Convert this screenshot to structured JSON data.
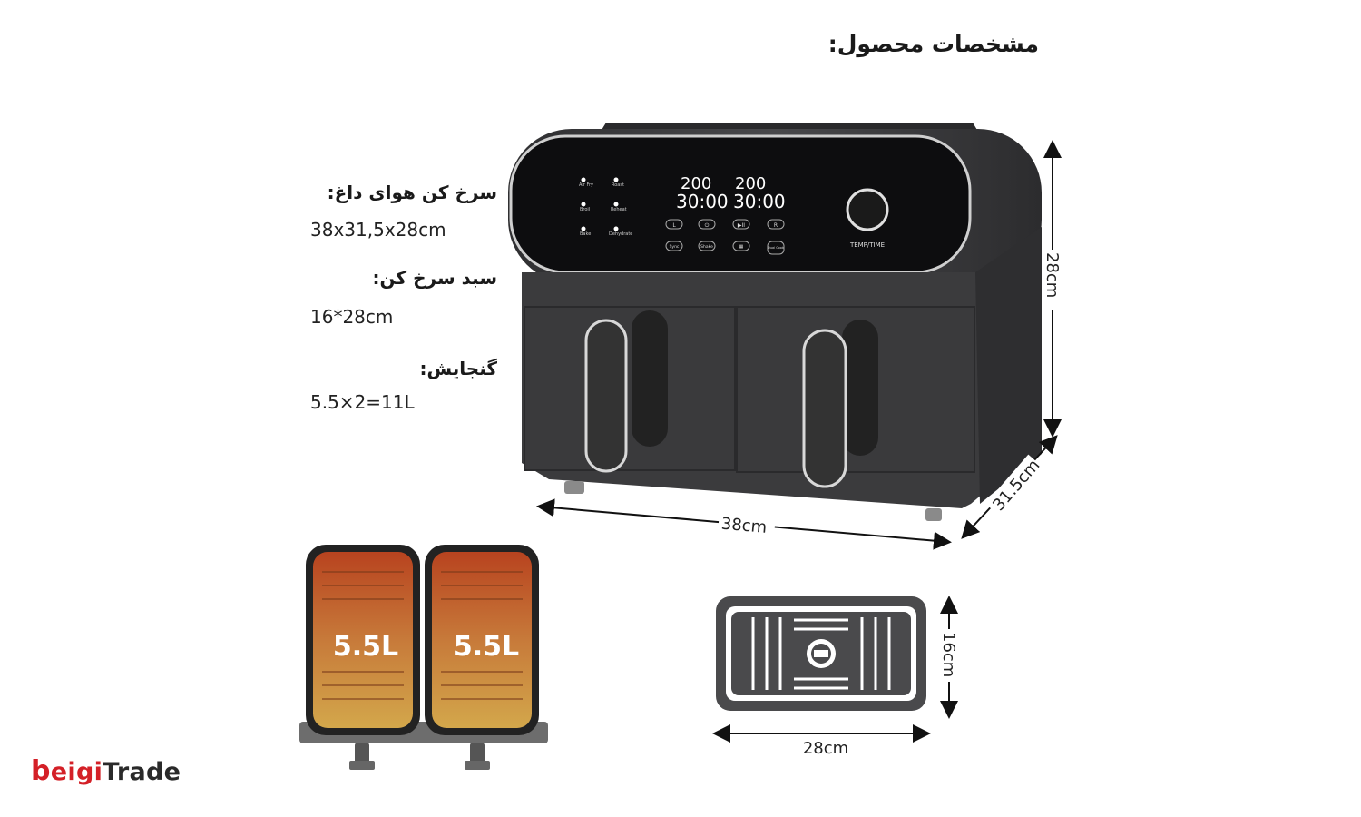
{
  "title": "مشخصات محصول:",
  "specs": [
    {
      "label": "سرخ کن هوای داغ:",
      "value": "38x31,5x28cm"
    },
    {
      "label": "سبد سرخ کن:",
      "value": "16*28cm"
    },
    {
      "label": "گنجایش:",
      "value": "5.5×2=11L"
    }
  ],
  "dimensions": {
    "height": "28cm",
    "width": "38cm",
    "depth": "31.5cm",
    "basket_height": "16cm",
    "basket_width": "28cm"
  },
  "baskets": {
    "left": "5.5L",
    "right": "5.5L"
  },
  "panel": {
    "left_buttons": [
      "Air Fry",
      "Broil",
      "Bake"
    ],
    "right_buttons": [
      "Roast",
      "Reheat",
      "Dehydrate"
    ],
    "display_temp_left": "200",
    "display_time_left": "30:00",
    "display_temp_right": "200",
    "display_time_right": "30:00",
    "row1_buttons": [
      "L",
      "⏻",
      "▶II",
      "R"
    ],
    "row2_buttons": [
      "Sync",
      "Shake",
      "▦",
      "Dual Cook"
    ],
    "knob_label": "TEMP/TIME"
  },
  "logo": {
    "hook": "b",
    "red_part": "eigi",
    "dark_part": "Trade"
  },
  "colors": {
    "brand_red": "#d42027",
    "basket_orange": "#c8502a",
    "body": "#3c3c3e"
  }
}
